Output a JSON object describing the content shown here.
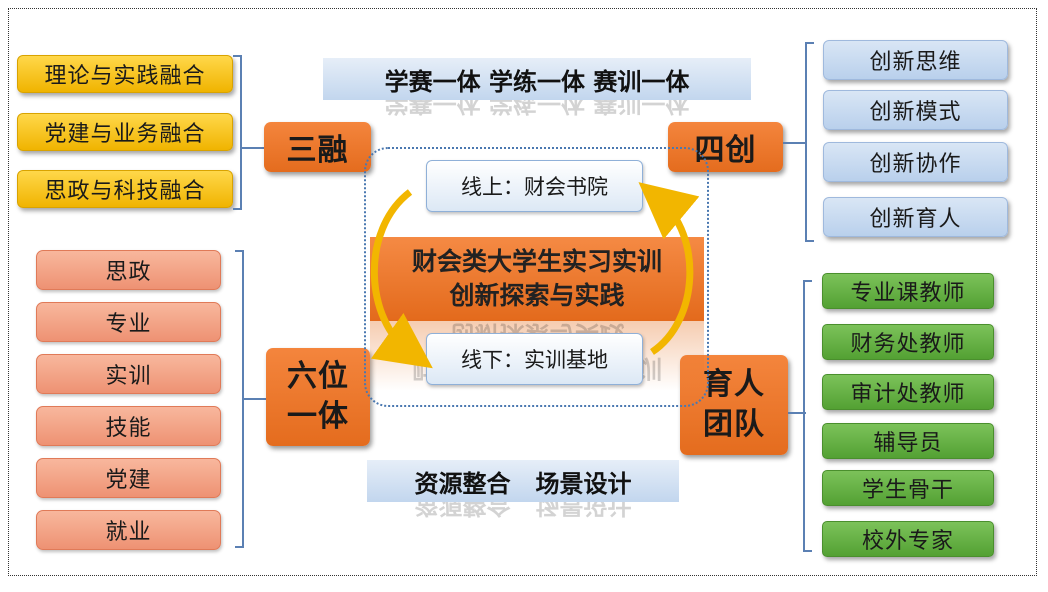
{
  "top_banner": "学赛一体 学练一体 赛训一体",
  "bottom_banner": "资源整合   场景设计",
  "center": {
    "line1": "财会类大学生实习实训",
    "line2": "创新探索与实践"
  },
  "online": "线上：财会书院",
  "offline": "线下：实训基地",
  "san_rong": {
    "title": "三融",
    "items": [
      "理论与实践融合",
      "党建与业务融合",
      "思政与科技融合"
    ]
  },
  "si_chuang": {
    "title": "四创",
    "items": [
      "创新思维",
      "创新模式",
      "创新协作",
      "创新育人"
    ]
  },
  "liu_wei": {
    "title_line1": "六位",
    "title_line2": "一体",
    "items": [
      "思政",
      "专业",
      "实训",
      "技能",
      "党建",
      "就业"
    ]
  },
  "yu_ren": {
    "title_line1": "育人",
    "title_line2": "团队",
    "items": [
      "专业课教师",
      "财务处教师",
      "审计处教师",
      "辅导员",
      "学生骨干",
      "校外专家"
    ]
  },
  "colors": {
    "orange": "#e46c1e",
    "yellow": "#f0b400",
    "salmon": "#ee9273",
    "light_blue": "#b9d0ec",
    "green": "#53a133",
    "bracket": "#5b80b3"
  }
}
